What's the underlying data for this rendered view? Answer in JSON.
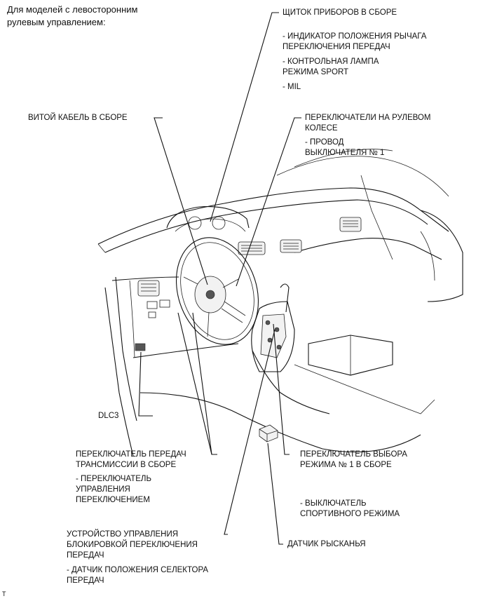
{
  "header": {
    "line1": "Для моделей с левосторонним",
    "line2": "рулевым управлением:"
  },
  "callouts": {
    "cluster": {
      "title": "ЩИТОК ПРИБОРОВ В СБОРЕ",
      "sub1a": "- ИНДИКАТОР ПОЛОЖЕНИЯ РЫЧАГА",
      "sub1b": "ПЕРЕКЛЮЧЕНИЯ ПЕРЕДАЧ",
      "sub2a": "- КОНТРОЛЬНАЯ ЛАМПА",
      "sub2b": "РЕЖИМА SPORT",
      "sub3": "- MIL"
    },
    "spiral": {
      "title": "ВИТОЙ КАБЕЛЬ В СБОРЕ"
    },
    "steering_sw": {
      "title_a": "ПЕРЕКЛЮЧАТЕЛИ НА РУЛЕВОМ",
      "title_b": "КОЛЕСЕ",
      "sub_a": "- ПРОВОД",
      "sub_b": "ВЫКЛЮЧАТЕЛЯ № 1"
    },
    "dlc3": {
      "title": "DLC3"
    },
    "shift_assy": {
      "title_a": "ПЕРЕКЛЮЧАТЕЛЬ ПЕРЕДАЧ",
      "title_b": "ТРАНСМИССИИ В СБОРЕ",
      "sub_a": "- ПЕРЕКЛЮЧАТЕЛЬ",
      "sub_b": "УПРАВЛЕНИЯ",
      "sub_c": "ПЕРЕКЛЮЧЕНИЕМ"
    },
    "mode_sel": {
      "title_a": "ПЕРЕКЛЮЧАТЕЛЬ ВЫБОРА",
      "title_b": "РЕЖИМА № 1 В СБОРЕ",
      "sub_a": "- ВЫКЛЮЧАТЕЛЬ",
      "sub_b": "СПОРТИВНОГО РЕЖИМА"
    },
    "lock_ctrl": {
      "title_a": "УСТРОЙСТВО УПРАВЛЕНИЯ",
      "title_b": "БЛОКИРОВКОЙ ПЕРЕКЛЮЧЕНИЯ",
      "title_c": "ПЕРЕДАЧ",
      "sub_a": "- ДАТЧИК ПОЛОЖЕНИЯ СЕЛЕКТОРА",
      "sub_b": "ПЕРЕДАЧ"
    },
    "yaw": {
      "title": "ДАТЧИК РЫСКАНЬЯ"
    }
  },
  "footer": {
    "mark": "T"
  }
}
